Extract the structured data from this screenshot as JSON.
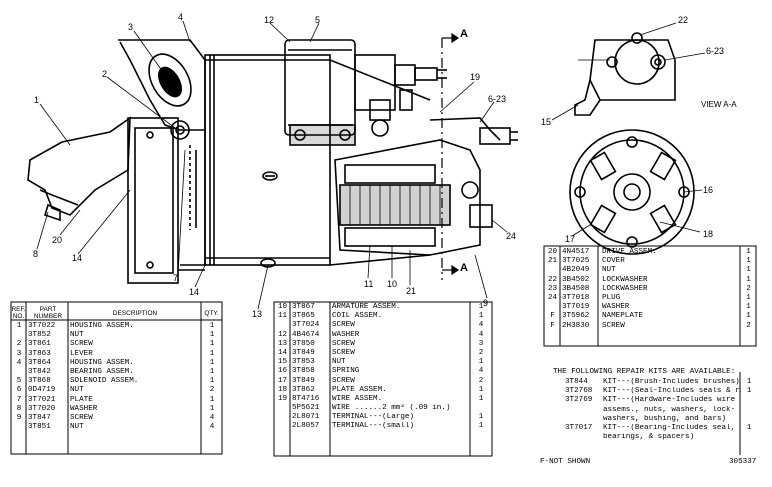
{
  "view_label": "VIEW A-A",
  "section_marker": "A",
  "callouts": {
    "c1": "1",
    "c2": "2",
    "c3": "3",
    "c4": "4",
    "c5": "5",
    "c6": "6-23",
    "c7": "7",
    "c8": "8",
    "c9": "9",
    "c10": "10",
    "c11": "11",
    "c12": "12",
    "c13": "13",
    "c14a": "14",
    "c14b": "14",
    "c15": "15",
    "c16": "16",
    "c17": "17",
    "c18": "18",
    "c19": "19",
    "c20": "20",
    "c21": "21",
    "c22": "22",
    "c23": "6-23",
    "c24": "24"
  },
  "table_headers": {
    "ref": "REF. NO.",
    "part": "PART NUMBER",
    "desc": "DESCRIPTION",
    "qty": "QTY."
  },
  "table_left": [
    {
      "ref": "1",
      "part": "3T7022",
      "desc": "HOUSING ASSEM.",
      "qty": "1"
    },
    {
      "ref": "",
      "part": "3T852",
      "desc": "NUT",
      "qty": "1"
    },
    {
      "ref": "2",
      "part": "3T861",
      "desc": "SCREW",
      "qty": "1"
    },
    {
      "ref": "3",
      "part": "3T863",
      "desc": "LEVER",
      "qty": "1"
    },
    {
      "ref": "4",
      "part": "3T864",
      "desc": "HOUSING ASSEM.",
      "qty": "1"
    },
    {
      "ref": "",
      "part": "3T842",
      "desc": "  BEARING ASSEM.",
      "qty": "1"
    },
    {
      "ref": "5",
      "part": "3T868",
      "desc": "SOLENOID ASSEM.",
      "qty": "1"
    },
    {
      "ref": "6",
      "part": "0D4719",
      "desc": "NUT",
      "qty": "2"
    },
    {
      "ref": "7",
      "part": "3T7021",
      "desc": "PLATE",
      "qty": "1"
    },
    {
      "ref": "8",
      "part": "3T7020",
      "desc": "WASHER",
      "qty": "1"
    },
    {
      "ref": "9",
      "part": "3T847",
      "desc": "SCREW",
      "qty": "4"
    },
    {
      "ref": "",
      "part": "3T851",
      "desc": "NUT",
      "qty": "4"
    }
  ],
  "table_mid": [
    {
      "ref": "10",
      "part": "3T867",
      "desc": "ARMATURE ASSEM.",
      "qty": "1"
    },
    {
      "ref": "11",
      "part": "3T865",
      "desc": "COIL ASSEM.",
      "qty": "1"
    },
    {
      "ref": "",
      "part": "3T7024",
      "desc": "SCREW",
      "qty": "4"
    },
    {
      "ref": "12",
      "part": "4B4674",
      "desc": "WASHER",
      "qty": "4"
    },
    {
      "ref": "13",
      "part": "3T850",
      "desc": "SCREW",
      "qty": "3"
    },
    {
      "ref": "14",
      "part": "3T849",
      "desc": "SCREW",
      "qty": "2"
    },
    {
      "ref": "15",
      "part": "3T853",
      "desc": "NUT",
      "qty": "1"
    },
    {
      "ref": "16",
      "part": "3T858",
      "desc": "SPRING",
      "qty": "4"
    },
    {
      "ref": "17",
      "part": "3T849",
      "desc": "SCREW",
      "qty": "2"
    },
    {
      "ref": "18",
      "part": "3T862",
      "desc": "PLATE ASSEM.",
      "qty": "1"
    },
    {
      "ref": "19",
      "part": "8T4716",
      "desc": "WIRE ASSEM.",
      "qty": "1"
    },
    {
      "ref": "",
      "part": "5P5621",
      "desc": "  WIRE ......2 mm² (.09 in.)",
      "qty": ""
    },
    {
      "ref": "",
      "part": "2L8071",
      "desc": "  TERMINAL---(Large)",
      "qty": "1"
    },
    {
      "ref": "",
      "part": "2L8057",
      "desc": "  TERMINAL---(small)",
      "qty": "1"
    }
  ],
  "table_right": [
    {
      "ref": "20",
      "part": "4N4517",
      "desc": "DRIVE ASSEM.",
      "qty": "1"
    },
    {
      "ref": "21",
      "part": "3T7025",
      "desc": "COVER",
      "qty": "1"
    },
    {
      "ref": "",
      "part": "4B2049",
      "desc": "NUT",
      "qty": "1"
    },
    {
      "ref": "22",
      "part": "3B4502",
      "desc": "LOCKWASHER",
      "qty": "1"
    },
    {
      "ref": "23",
      "part": "3B4508",
      "desc": "LOCKWASHER",
      "qty": "2"
    },
    {
      "ref": "24",
      "part": "3T7018",
      "desc": "PLUG",
      "qty": "1"
    },
    {
      "ref": "",
      "part": "3T7019",
      "desc": "WASHER",
      "qty": "1"
    },
    {
      "ref": "F",
      "part": "3T5962",
      "desc": "NAMEPLATE",
      "qty": "1"
    },
    {
      "ref": "F",
      "part": "2H3830",
      "desc": "SCREW",
      "qty": "2"
    }
  ],
  "kits_title": "THE FOLLOWING REPAIR KITS ARE AVAILABLE:",
  "kits": [
    {
      "part": "3T844",
      "lines": [
        "KIT---(Brush-Includes brushes)"
      ],
      "qty": "1"
    },
    {
      "part": "3T2768",
      "lines": [
        "KIT---(Seal-Includes seals & rings)"
      ],
      "qty": "1"
    },
    {
      "part": "3T2769",
      "lines": [
        "KIT---(Hardware-Includes wire",
        "assems., nuts, washers, lock-",
        "washers, bushing, and bars)"
      ],
      "qty": ""
    },
    {
      "part": "3T7017",
      "lines": [
        "KIT---(Bearing-Includes seal,",
        "bearings, & spacers)"
      ],
      "qty": "1"
    }
  ],
  "footnote": "F-NOT SHOWN",
  "drawing_number": "305337"
}
